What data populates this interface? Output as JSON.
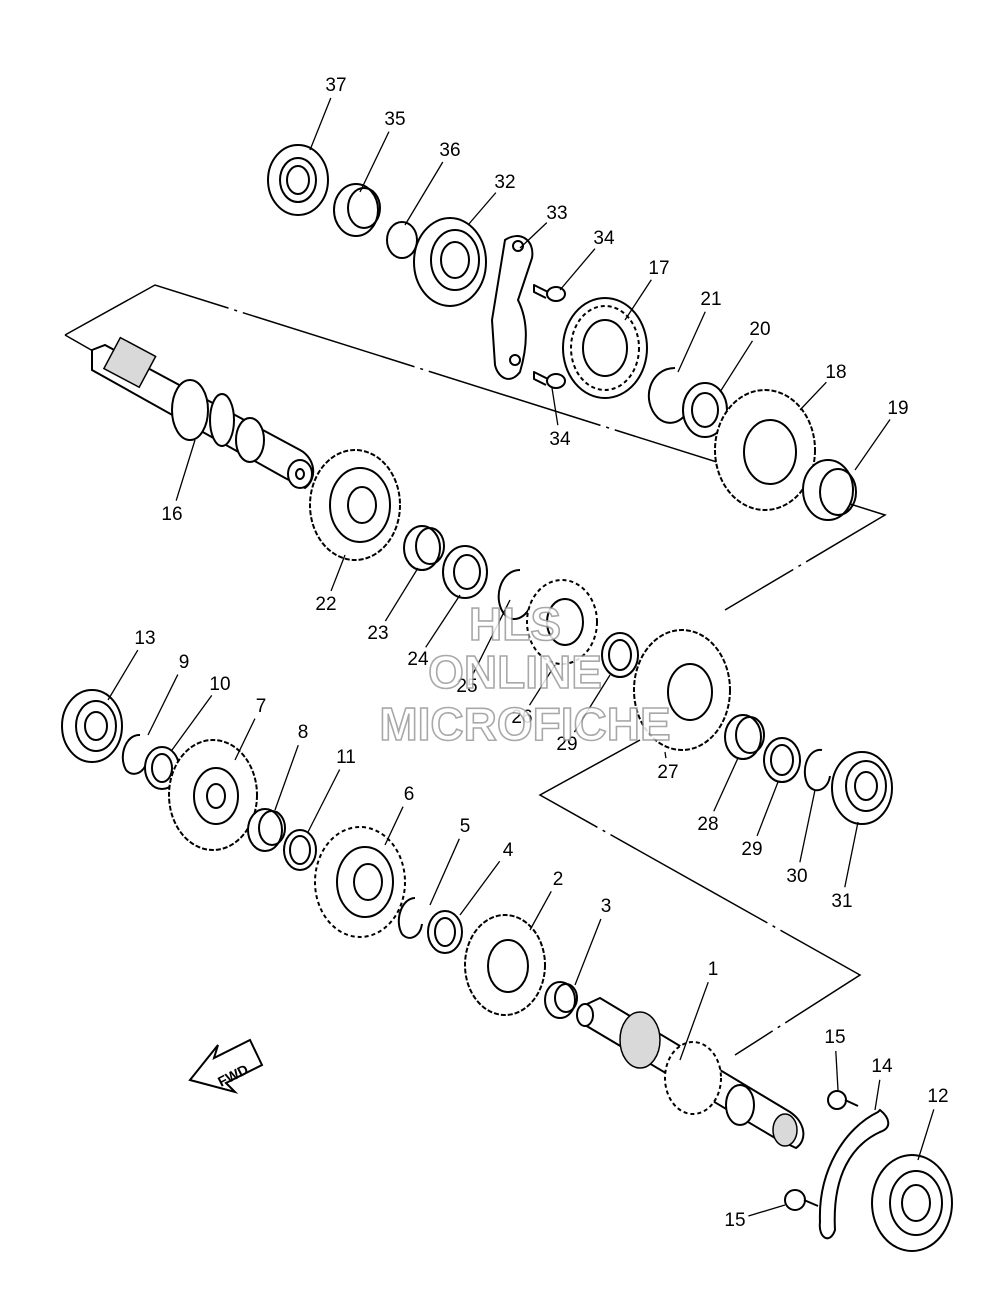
{
  "callouts": [
    "1",
    "2",
    "3",
    "4",
    "5",
    "6",
    "7",
    "8",
    "9",
    "10",
    "11",
    "12",
    "13",
    "14",
    "15",
    "15",
    "16",
    "17",
    "18",
    "19",
    "20",
    "21",
    "22",
    "23",
    "24",
    "25",
    "26",
    "27",
    "28",
    "29",
    "29",
    "30",
    "31",
    "32",
    "33",
    "34",
    "34",
    "35",
    "36",
    "37"
  ],
  "direction_indicator": {
    "label": "FWD",
    "icon": "fwd-arrow-icon"
  },
  "watermark": {
    "line1": "HLS",
    "line2": "ONLINE",
    "line3": "MICROFICHE"
  }
}
